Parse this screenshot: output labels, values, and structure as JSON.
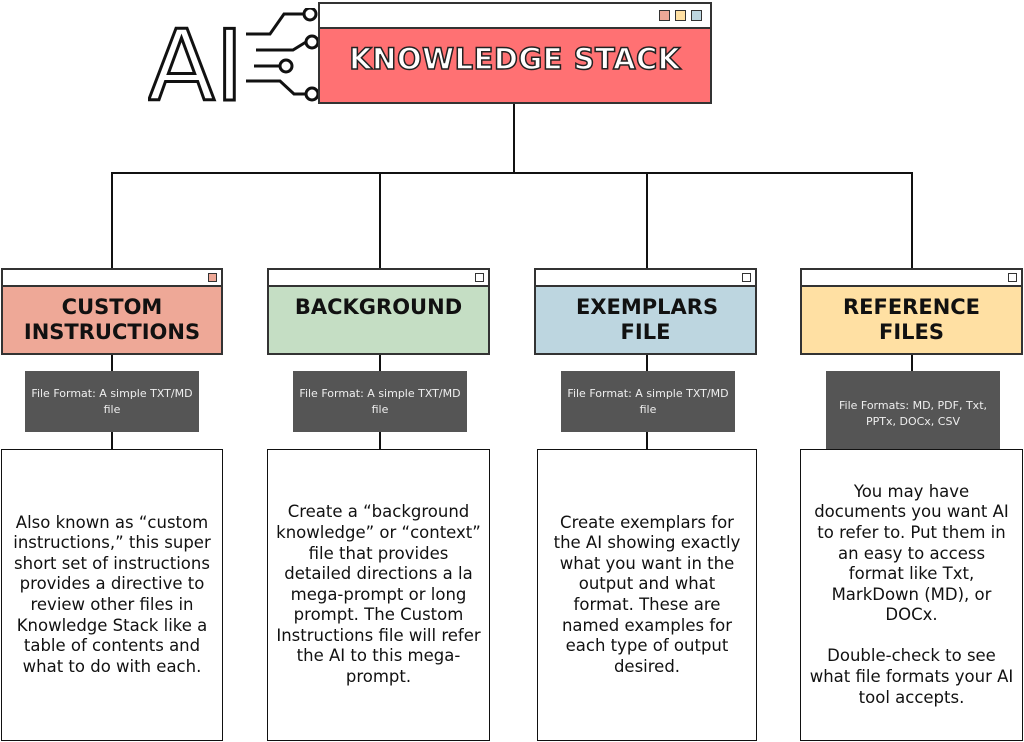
{
  "logo": {
    "ai_text": "AI"
  },
  "title": "KNOWLEDGE STACK",
  "colors": {
    "title_bg": "#ff7173",
    "custom": "#eea897",
    "background": "#c5dec4",
    "exemplars": "#bdd6e0",
    "reference": "#ffe0a3",
    "format_bg": "#555555"
  },
  "columns": [
    {
      "heading": "CUSTOM INSTRUCTIONS",
      "format": "File Format: A simple TXT/MD file",
      "description": "Also known as “custom instructions,” this super short set of instructions provides a directive to review other files in Knowledge Stack like a table of contents and what to do with each."
    },
    {
      "heading": "BACKGROUND",
      "format": "File Format: A simple TXT/MD file",
      "description": "Create a “background knowledge” or “context” file that provides detailed directions a la mega-prompt or long prompt. The Custom Instructions file will refer the AI to this mega-prompt."
    },
    {
      "heading": "EXEMPLARS FILE",
      "format": "File Format: A simple TXT/MD file",
      "description": "Create exemplars for the AI showing exactly what you want in the output and what format. These are named examples for each type of output desired."
    },
    {
      "heading": "REFERENCE FILES",
      "format": "File Formats: MD, PDF, Txt, PPTx, DOCx, CSV",
      "description": "You may have documents you want AI to refer to. Put them in an easy to access format like Txt, MarkDown (MD), or DOCx.\n\nDouble-check to see what file formats your AI tool accepts."
    }
  ]
}
